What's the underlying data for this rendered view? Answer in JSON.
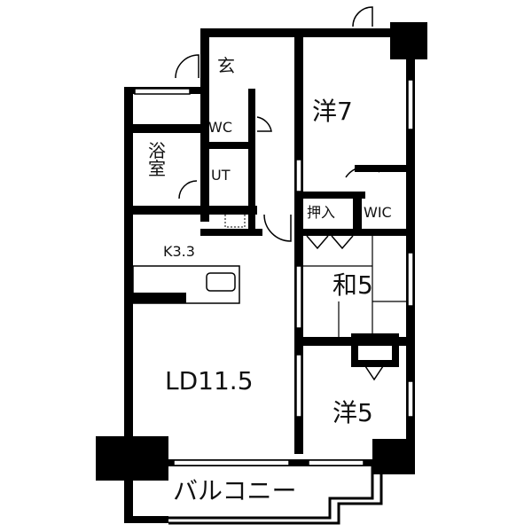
{
  "diagram": {
    "type": "floor_plan",
    "rooms": [
      {
        "id": "entrance",
        "label": "玄"
      },
      {
        "id": "wc",
        "label": "WC"
      },
      {
        "id": "bath",
        "label": "浴室"
      },
      {
        "id": "ut",
        "label": "UT"
      },
      {
        "id": "western7",
        "label": "洋7"
      },
      {
        "id": "closet",
        "label": "押入"
      },
      {
        "id": "wic",
        "label": "WIC"
      },
      {
        "id": "kitchen",
        "label": "K3.3"
      },
      {
        "id": "japanese5",
        "label": "和5"
      },
      {
        "id": "ld",
        "label": "LD11.5"
      },
      {
        "id": "western5",
        "label": "洋5"
      },
      {
        "id": "balcony",
        "label": "バルコニー"
      }
    ],
    "colors": {
      "wall": "#000000",
      "background": "#ffffff"
    }
  }
}
